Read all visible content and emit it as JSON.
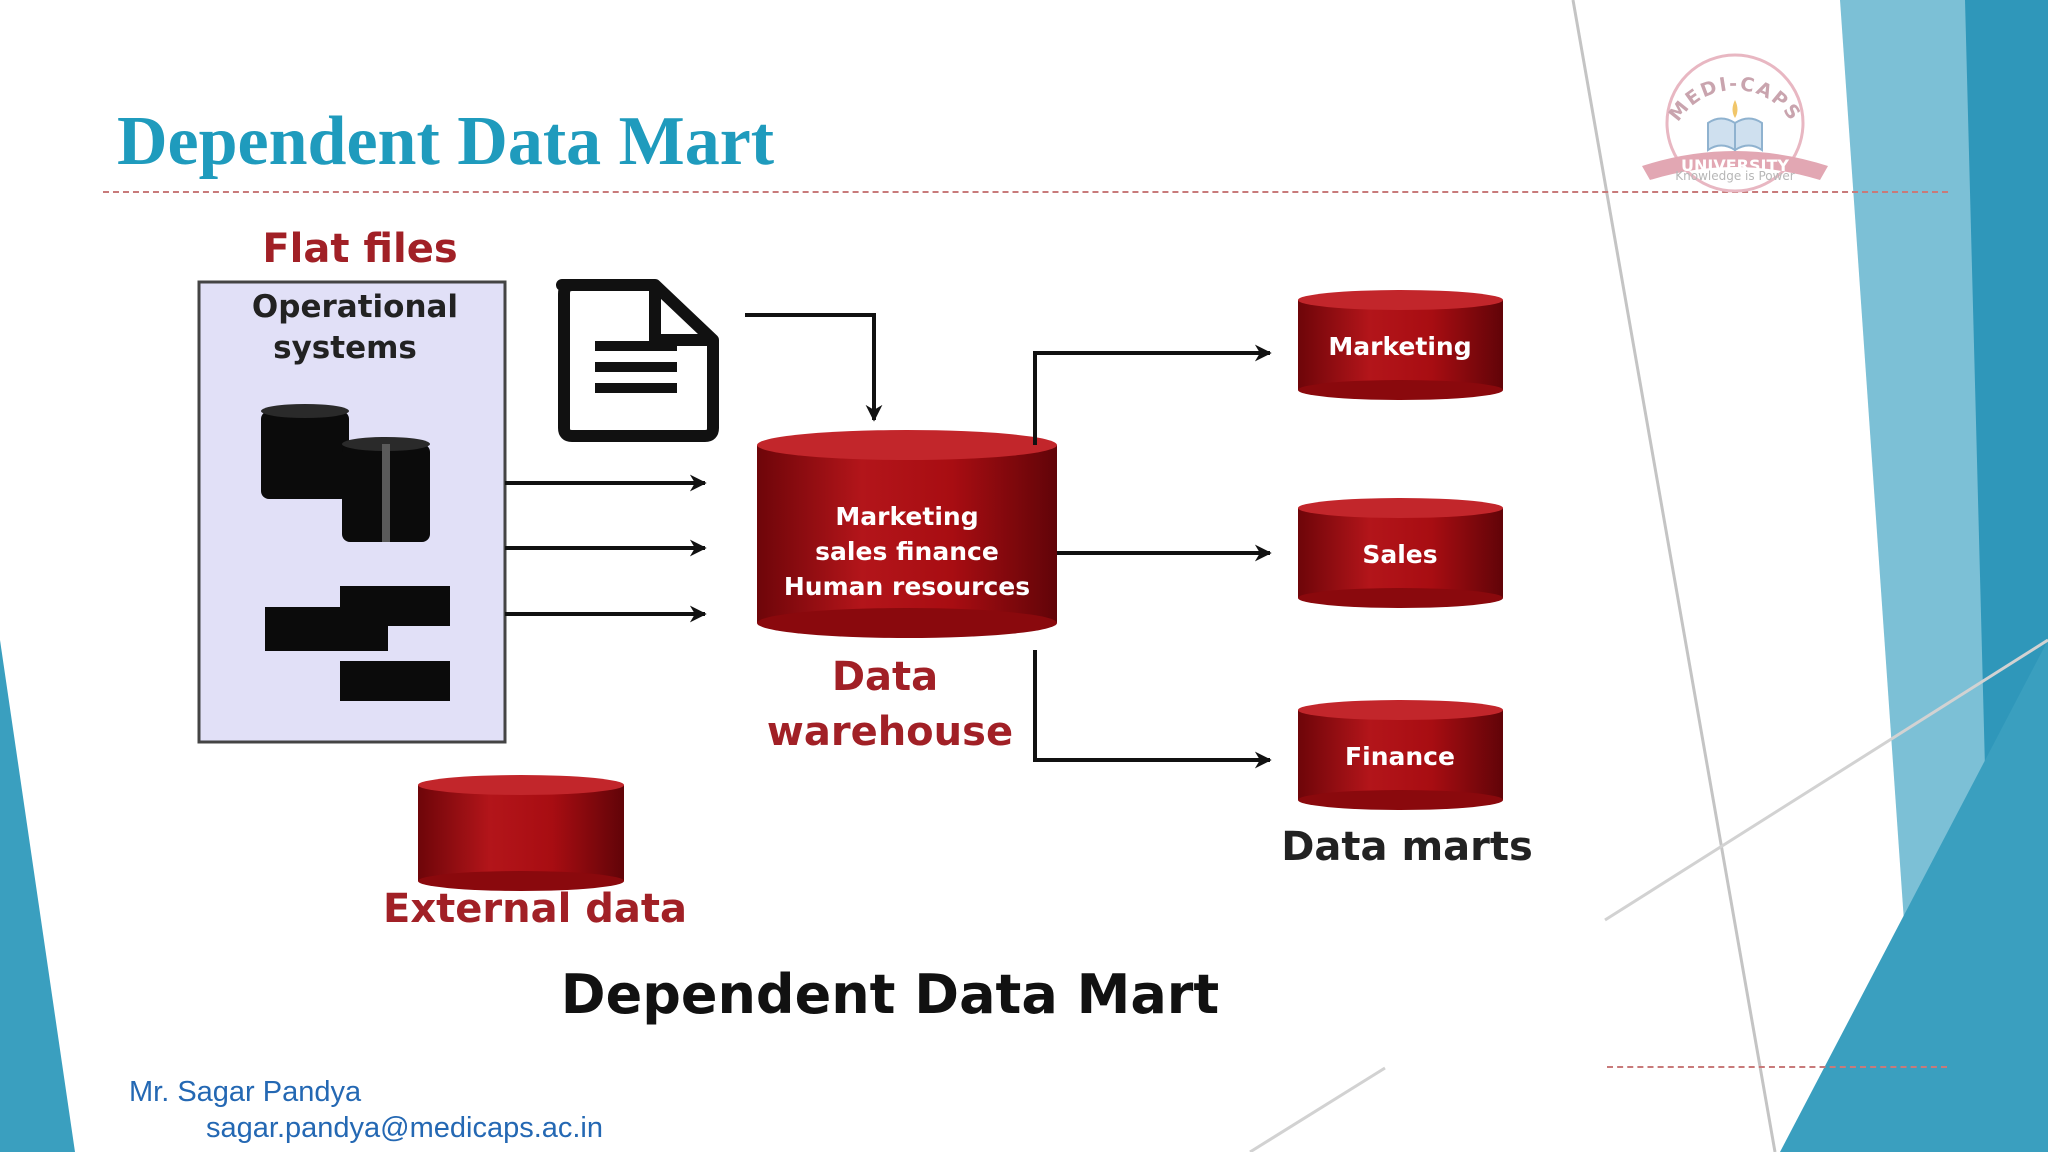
{
  "slide": {
    "title": "Dependent Data Mart",
    "author": "Mr. Sagar Pandya",
    "email": "sagar.pandya@medicaps.ac.in"
  },
  "logo": {
    "name": "MEDI-CAPS",
    "banner": "UNIVERSITY",
    "tagline": "Knowledge is Power"
  },
  "diagram": {
    "flat_files_label": "Flat files",
    "operational_systems_label": [
      "Operational",
      "systems"
    ],
    "warehouse_contents": [
      "Marketing",
      "sales finance",
      "Human resources"
    ],
    "warehouse_label": [
      "Data",
      "warehouse"
    ],
    "external_data_label": "External data",
    "data_marts": [
      "Marketing",
      "Sales",
      "Finance"
    ],
    "data_marts_label": "Data marts",
    "caption": "Dependent Data Mart"
  },
  "colors": {
    "title": "#1f9bbd",
    "accent_teal": "#3a9fbf",
    "cylinder_red": "#a80d12",
    "ops_box_fill": "#e1e0f7",
    "footer_text": "#2468b3"
  }
}
